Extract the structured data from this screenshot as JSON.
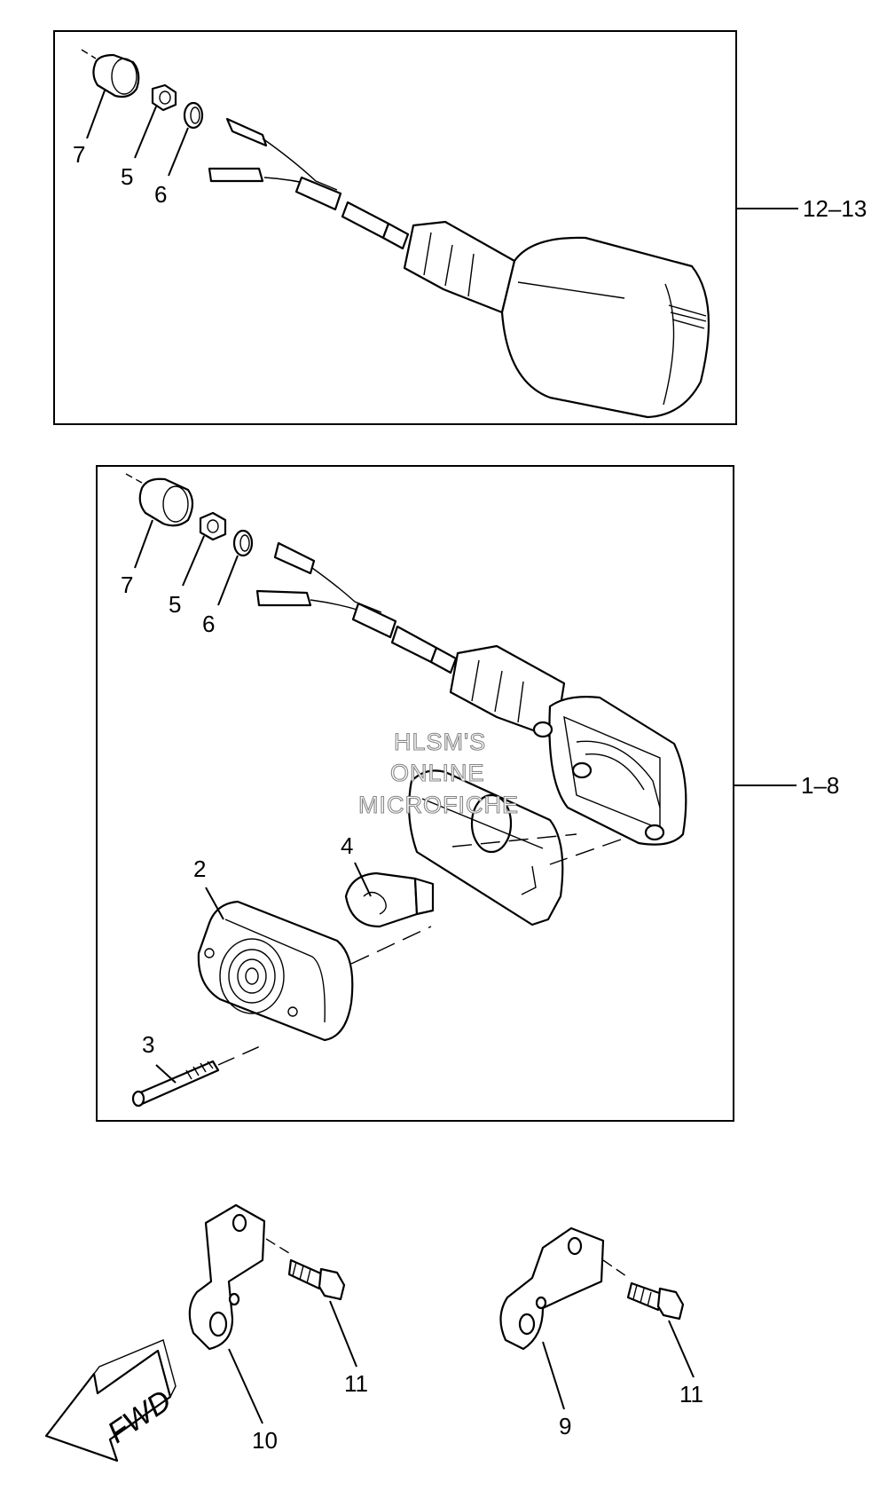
{
  "callouts": {
    "top": {
      "item_7": "7",
      "item_5": "5",
      "item_6": "6",
      "assembly": "12–13"
    },
    "middle": {
      "item_7": "7",
      "item_5": "5",
      "item_6": "6",
      "assembly": "1–8",
      "item_2": "2",
      "item_3": "3",
      "item_4": "4"
    },
    "bottom": {
      "item_10": "10",
      "item_11_left": "11",
      "item_9": "9",
      "item_11_right": "11"
    }
  },
  "watermark": {
    "line1": "HLSM'S",
    "line2": "ONLINE",
    "line3": "MICROFICHE"
  },
  "direction_arrow": {
    "label": "FWD"
  }
}
